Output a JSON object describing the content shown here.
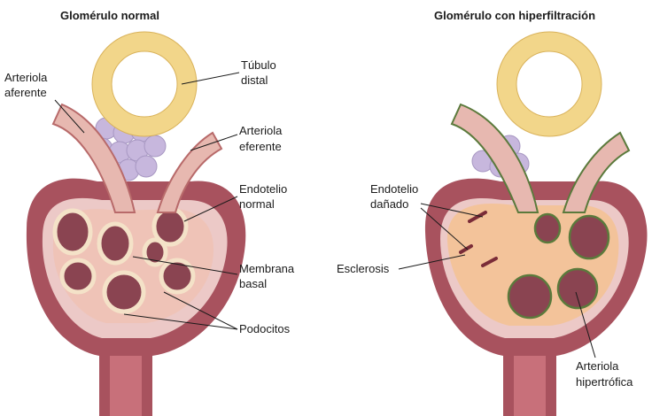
{
  "titles": {
    "left": "Glomérulo normal",
    "right": "Glomérulo con hiperfiltración"
  },
  "labels_left": {
    "arteriola_aferente": [
      "Arteriola",
      "aferente"
    ],
    "tubulo_distal": [
      "Túbulo",
      "distal"
    ],
    "arteriola_eferente": [
      "Arteriola",
      "eferente"
    ],
    "endotelio_normal": [
      "Endotelio",
      "normal"
    ],
    "membrana_basal": [
      "Membrana",
      "basal"
    ],
    "podocitos": "Podocitos"
  },
  "labels_right": {
    "endotelio_danado": [
      "Endotelio",
      "dañado"
    ],
    "esclerosis": "Esclerosis",
    "arteriola_hipertrofica": [
      "Arteriola",
      "hipertrófica"
    ]
  },
  "colors": {
    "capsule": "#a8525e",
    "capsule_dark": "#7a2c38",
    "tubule": "#f2d68a",
    "tubule_edge": "#d9b25a",
    "vessel": "#e7b8b0",
    "vessel_dark": "#b86a6a",
    "macula": "#c7b7dd",
    "mesangium_normal": "#efc3b7",
    "mesangium_sclerosis": "#f3c39a",
    "capillary_lumen": "#8a4451",
    "podocyte": "#f4e2c8",
    "damage_line": "#5b7a3c"
  }
}
